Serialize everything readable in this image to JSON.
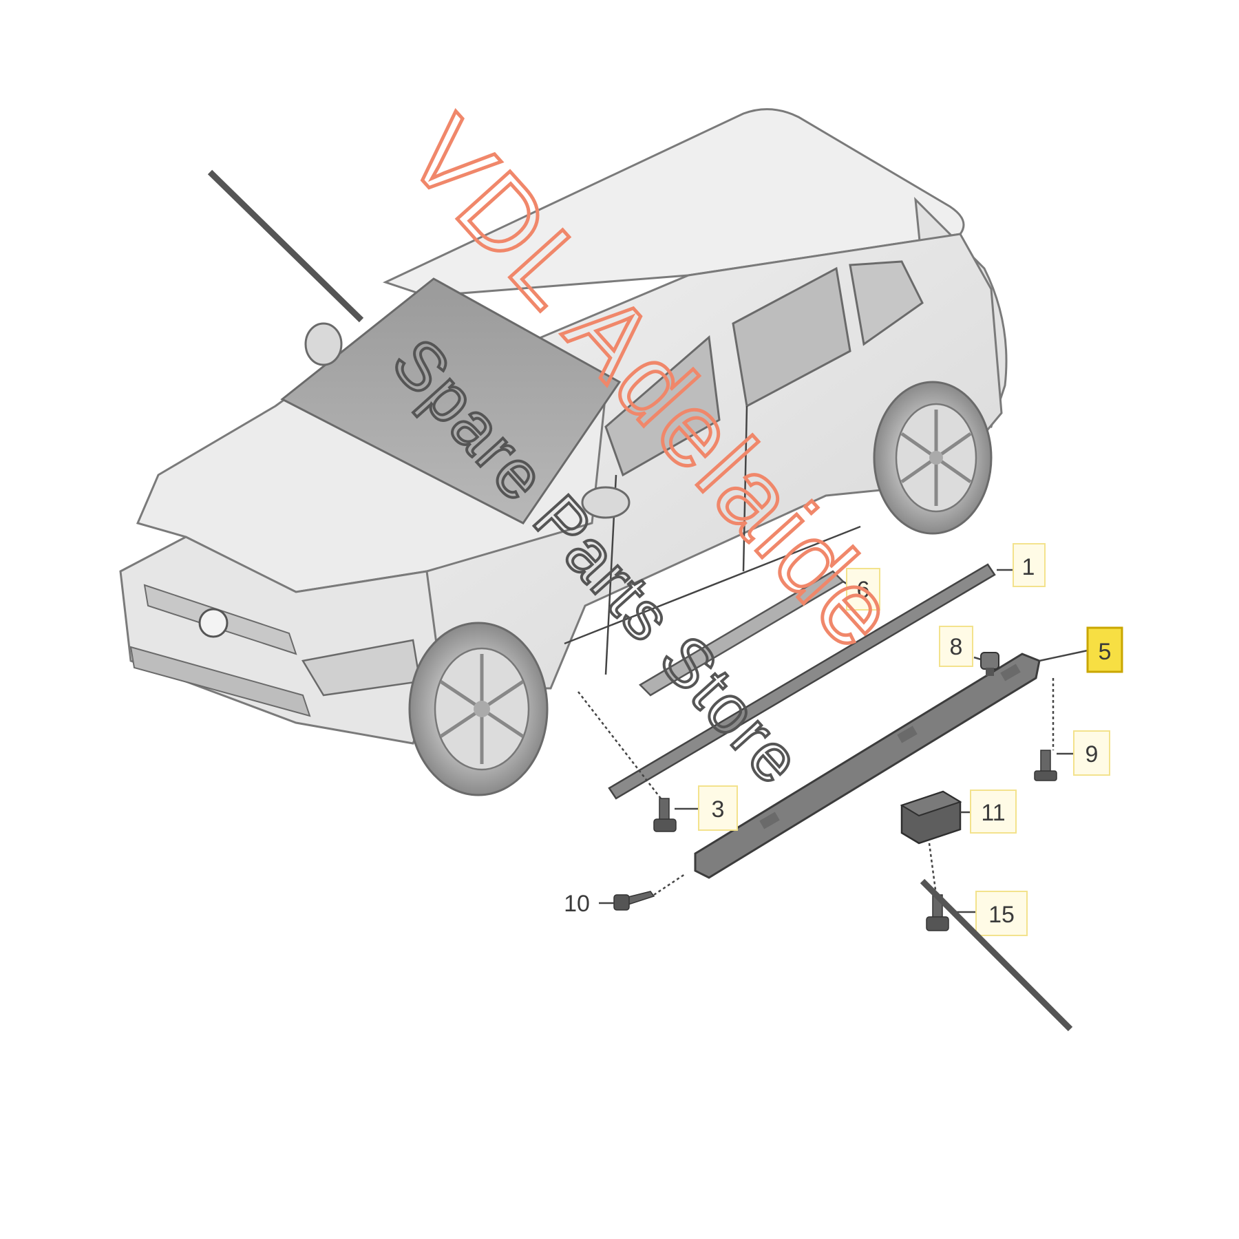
{
  "watermark": {
    "primary": "VDL Adelaide",
    "secondary": "Spare Parts Store",
    "primary_color": "#f0876a",
    "secondary_color": "#555555"
  },
  "callouts": {
    "c1": "1",
    "c3": "3",
    "c5": "5",
    "c6": "6",
    "c8": "8",
    "c9": "9",
    "c10": "10",
    "c11": "11",
    "c15": "15"
  },
  "highlight_color": "#f7df43"
}
